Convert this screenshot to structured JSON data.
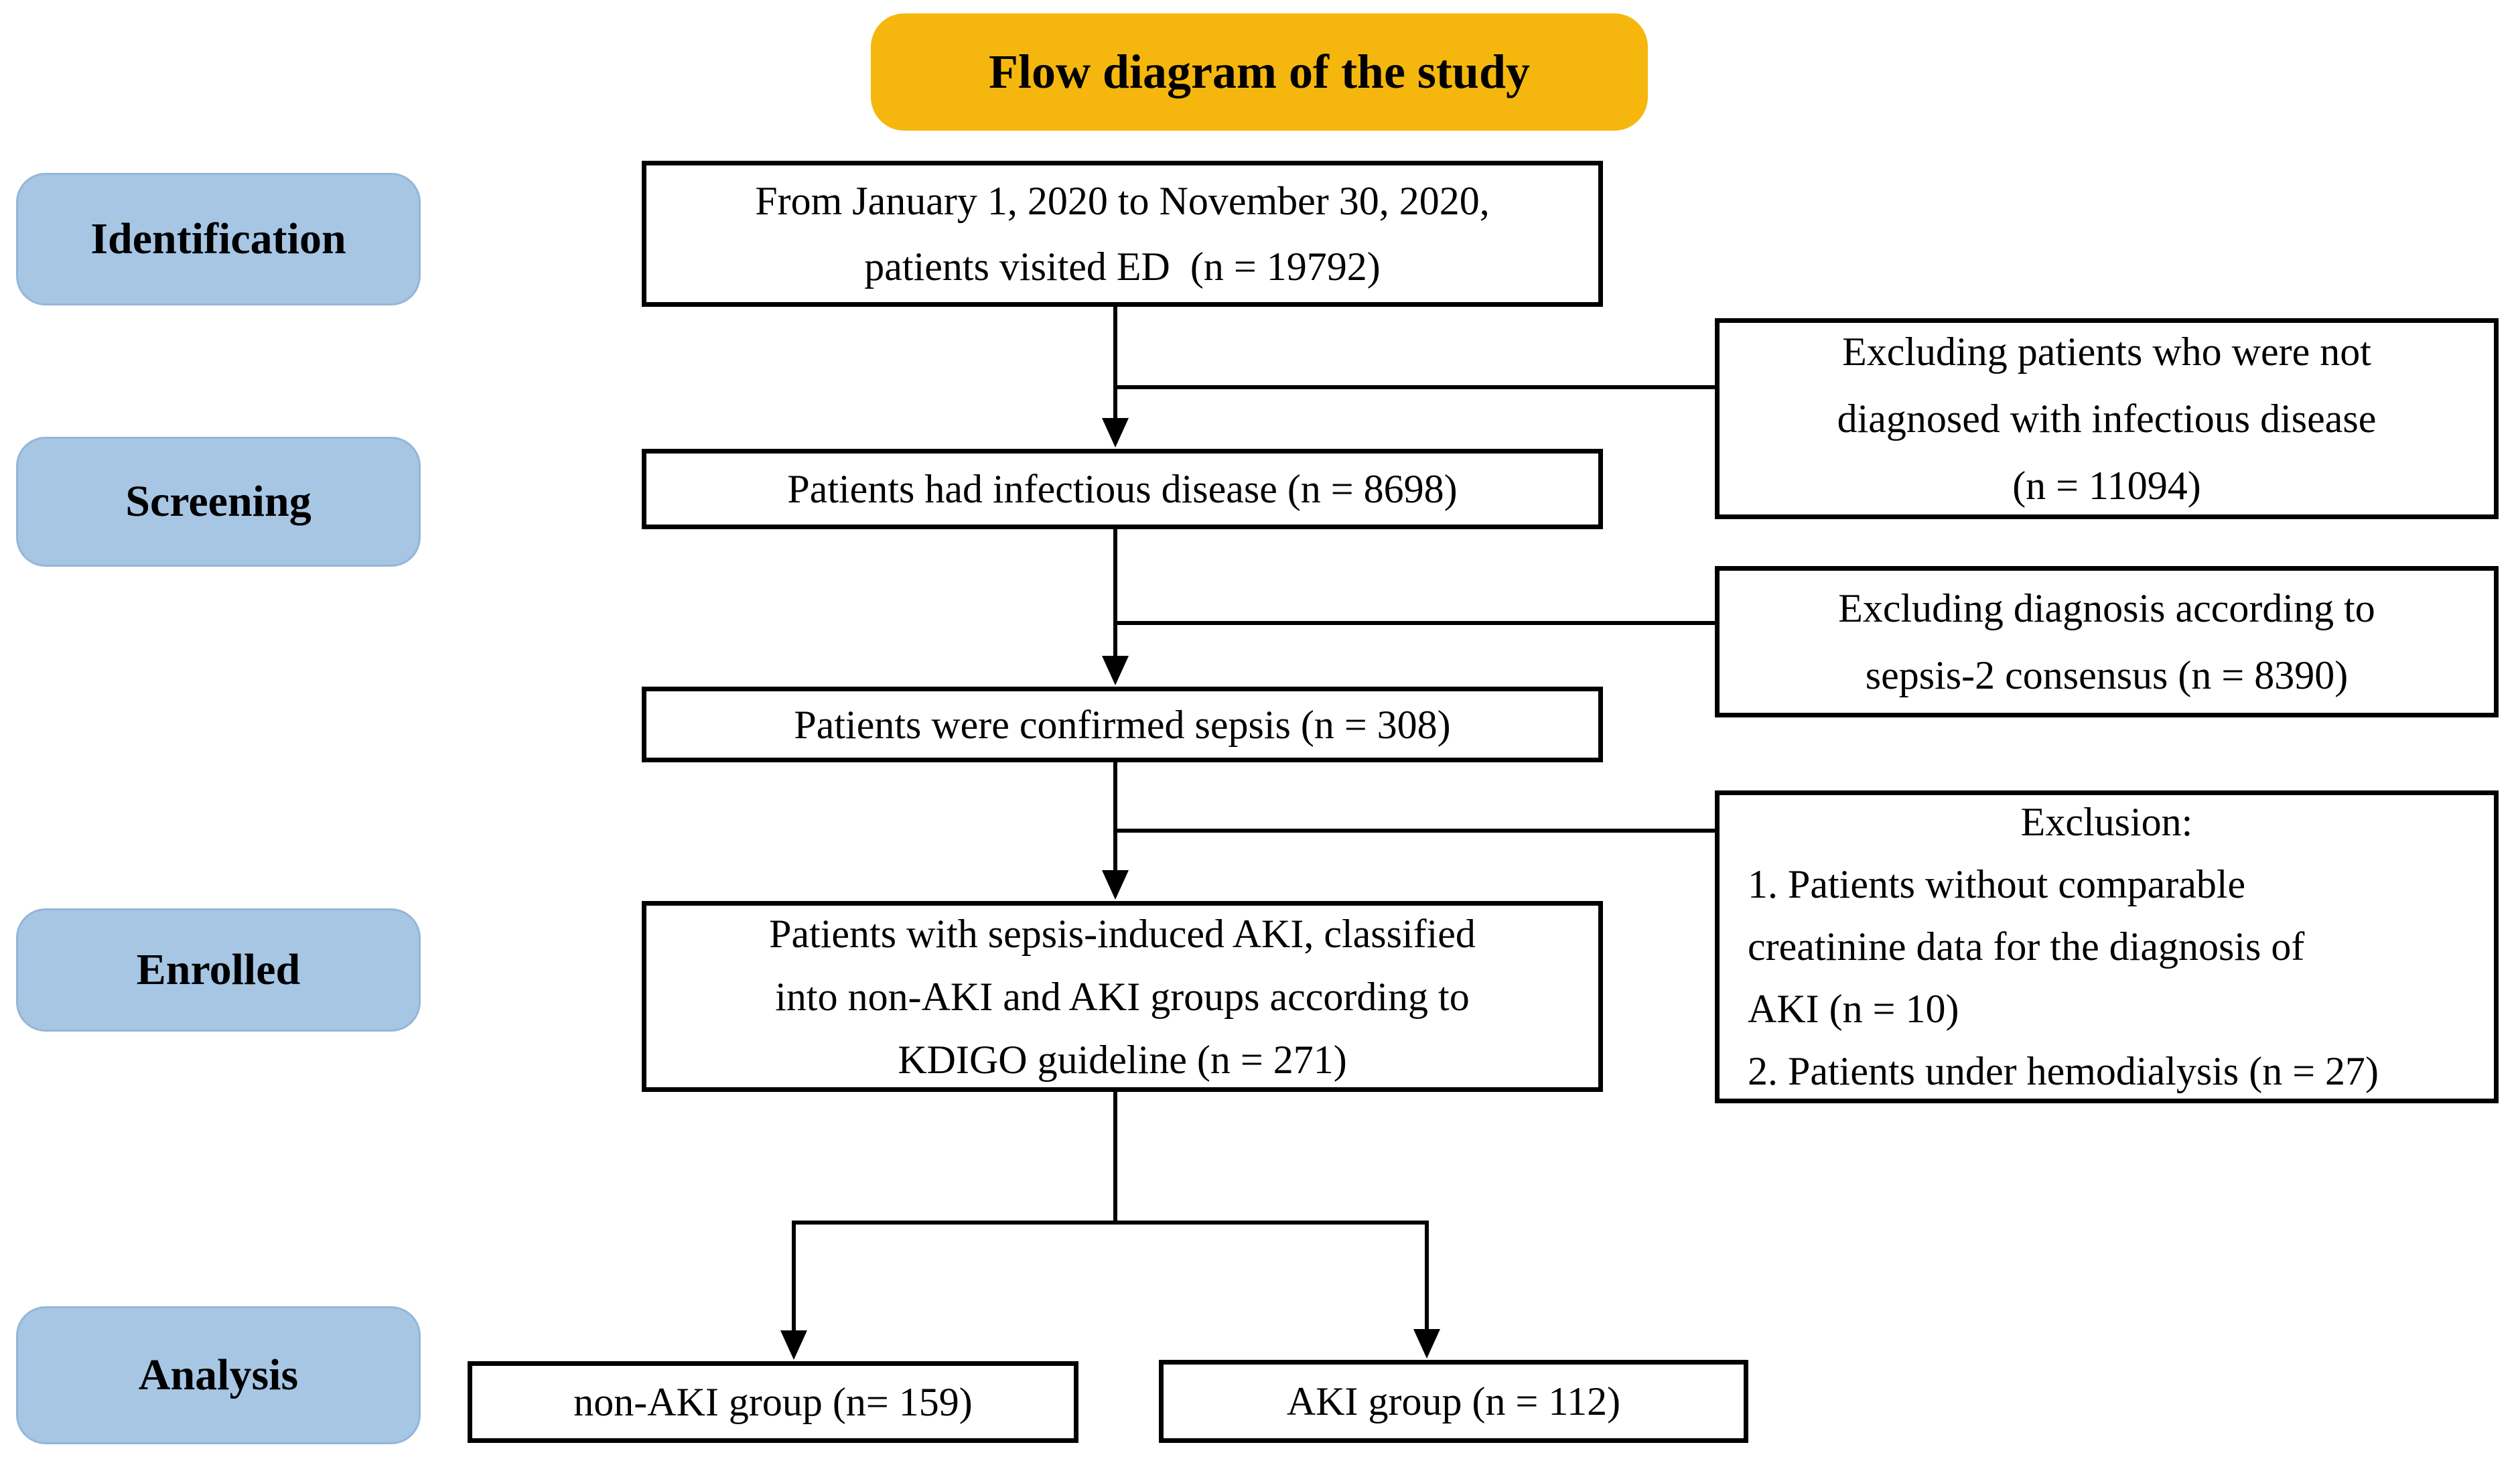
{
  "title": "Flow diagram of the study",
  "stages": [
    {
      "label": "Identification"
    },
    {
      "label": "Screening"
    },
    {
      "label": "Enrolled"
    },
    {
      "label": "Analysis"
    }
  ],
  "flow": {
    "visited_ed": {
      "lines": [
        "From January 1, 2020 to November 30, 2020,",
        "patients visited ED  (n = 19792)"
      ]
    },
    "infectious": {
      "text": "Patients had infectious disease (n = 8698)"
    },
    "sepsis": {
      "text": "Patients were confirmed sepsis (n = 308)"
    },
    "enrolled": {
      "lines": [
        "Patients with sepsis-induced AKI, classified",
        "into non-AKI and AKI groups according to",
        "KDIGO guideline (n = 271)"
      ]
    },
    "non_aki": {
      "text": "non-AKI group (n= 159)"
    },
    "aki": {
      "text": "AKI group (n = 112)"
    }
  },
  "exclusions": [
    {
      "lines": [
        "Excluding patients who were not",
        "diagnosed with infectious disease",
        "(n = 11094)"
      ]
    },
    {
      "lines": [
        "Excluding diagnosis according to",
        "sepsis-2 consensus (n = 8390)"
      ]
    },
    {
      "header": "Exclusion:",
      "lines": [
        "1. Patients without comparable",
        "creatinine data for the diagnosis of",
        "AKI (n = 10)",
        "2. Patients under hemodialysis (n = 27)"
      ]
    }
  ],
  "colors": {
    "title_bg": "#F5B70D",
    "stage_bg": "#A6C6E4",
    "line": "#000000"
  }
}
